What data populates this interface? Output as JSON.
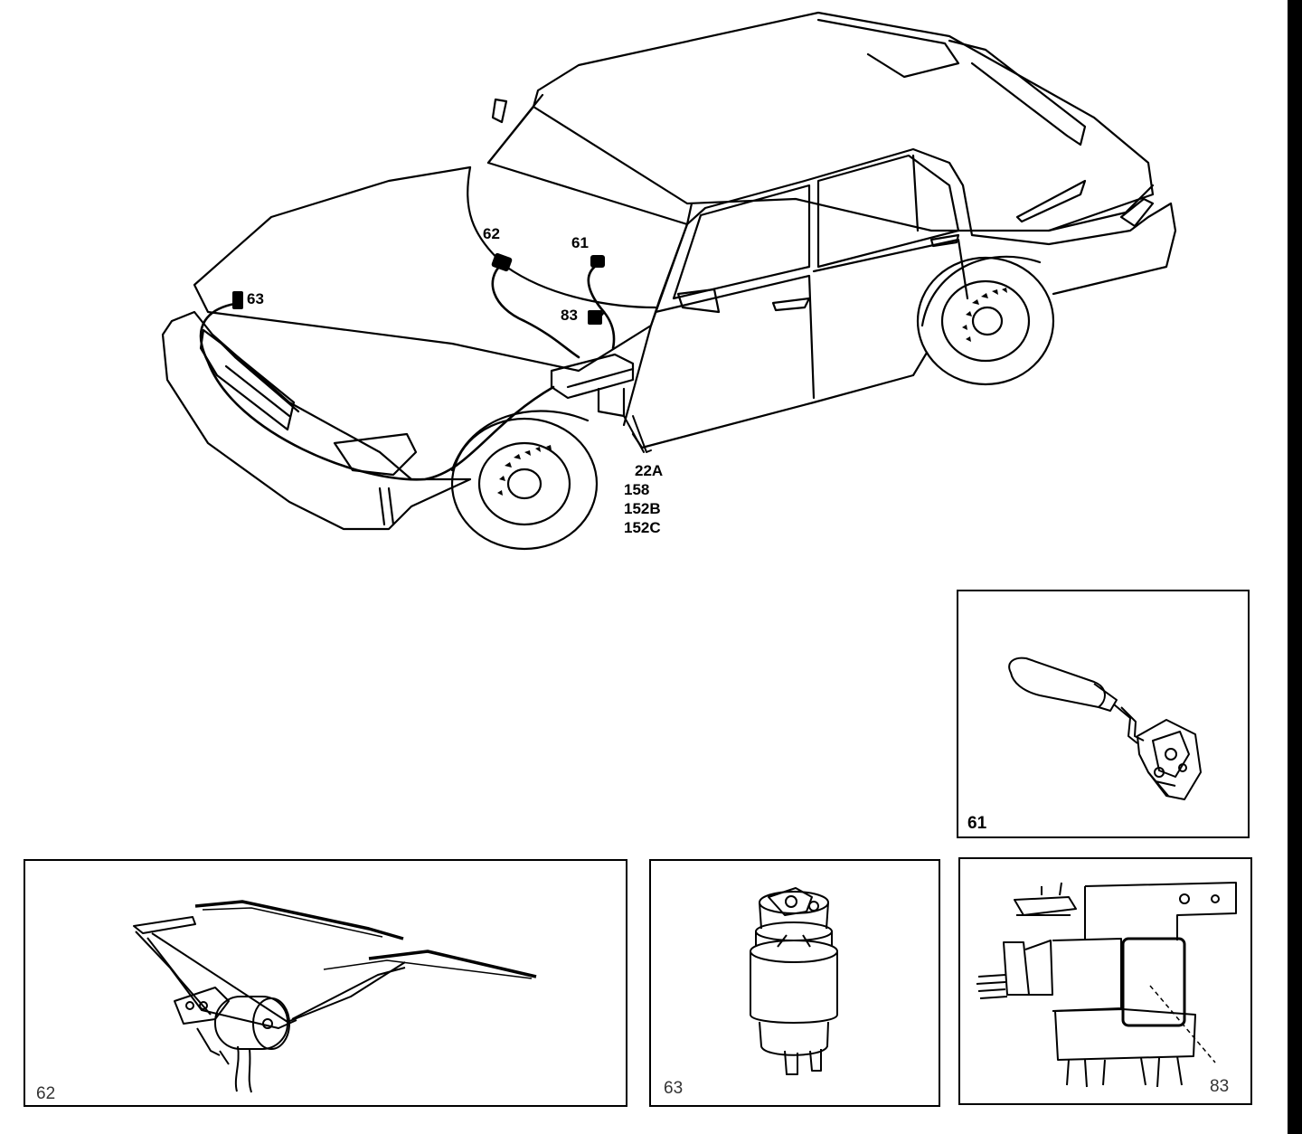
{
  "callouts": {
    "c62": "62",
    "c61": "61",
    "c63": "63",
    "c83": "83",
    "stack": [
      "22A",
      "158",
      "152B",
      "152C"
    ]
  },
  "panels": {
    "p61": {
      "label": "61"
    },
    "p62": {
      "label": "62"
    },
    "p63": {
      "label": "63"
    },
    "p83": {
      "label": "83"
    }
  },
  "colors": {
    "ink": "#000000",
    "paper": "#ffffff"
  }
}
